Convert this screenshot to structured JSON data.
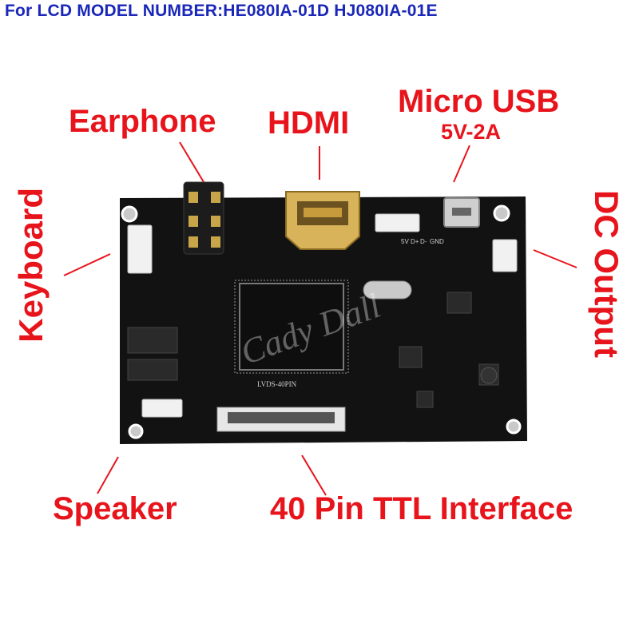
{
  "title": "For LCD MODEL NUMBER:HE080IA-01D HJ080IA-01E",
  "labels": {
    "earphone": "Earphone",
    "hdmi": "HDMI",
    "micro_usb": "Micro USB",
    "micro_usb_spec": "5V-2A",
    "keyboard": "Keyboard",
    "dc_output": "DC Output",
    "speaker": "Speaker",
    "ttl_interface": "40 Pin TTL Interface"
  },
  "board": {
    "lvds_label": "LVDS-40PIN",
    "watermark": "Cady Dall",
    "pins": [
      "GND",
      "D-",
      "D+",
      "5V"
    ]
  }
}
